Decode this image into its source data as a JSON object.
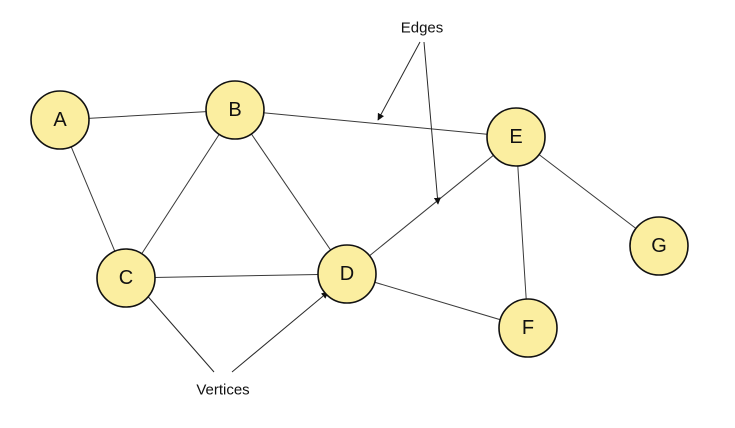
{
  "colors": {
    "node_fill": "#fbeea0",
    "node_stroke": "#111111",
    "edge": "#3a3a3a"
  },
  "nodes": [
    {
      "id": "A",
      "label": "A"
    },
    {
      "id": "B",
      "label": "B"
    },
    {
      "id": "C",
      "label": "C"
    },
    {
      "id": "D",
      "label": "D"
    },
    {
      "id": "E",
      "label": "E"
    },
    {
      "id": "F",
      "label": "F"
    },
    {
      "id": "G",
      "label": "G"
    }
  ],
  "edges": [
    [
      "A",
      "B"
    ],
    [
      "A",
      "C"
    ],
    [
      "B",
      "C"
    ],
    [
      "B",
      "D"
    ],
    [
      "B",
      "E"
    ],
    [
      "C",
      "D"
    ],
    [
      "D",
      "E"
    ],
    [
      "D",
      "F"
    ],
    [
      "E",
      "F"
    ],
    [
      "E",
      "G"
    ]
  ],
  "annotations": {
    "edges_label": "Edges",
    "vertices_label": "Vertices"
  }
}
